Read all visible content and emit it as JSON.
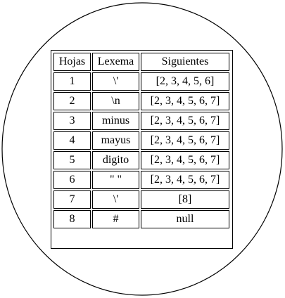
{
  "table": {
    "headers": [
      "Hojas",
      "Lexema",
      "Siguientes"
    ],
    "rows": [
      {
        "hoja": "1",
        "lexema": "\\'",
        "siguientes": "[2, 3, 4, 5, 6]"
      },
      {
        "hoja": "2",
        "lexema": "\\n",
        "siguientes": "[2, 3, 4, 5, 6, 7]"
      },
      {
        "hoja": "3",
        "lexema": "minus",
        "siguientes": "[2, 3, 4, 5, 6, 7]"
      },
      {
        "hoja": "4",
        "lexema": "mayus",
        "siguientes": "[2, 3, 4, 5, 6, 7]"
      },
      {
        "hoja": "5",
        "lexema": "digito",
        "siguientes": "[2, 3, 4, 5, 6, 7]"
      },
      {
        "hoja": "6",
        "lexema": "\" \"",
        "siguientes": "[2, 3, 4, 5, 6, 7]"
      },
      {
        "hoja": "7",
        "lexema": "\\'",
        "siguientes": "[8]"
      },
      {
        "hoja": "8",
        "lexema": "#",
        "siguientes": "null"
      }
    ]
  }
}
